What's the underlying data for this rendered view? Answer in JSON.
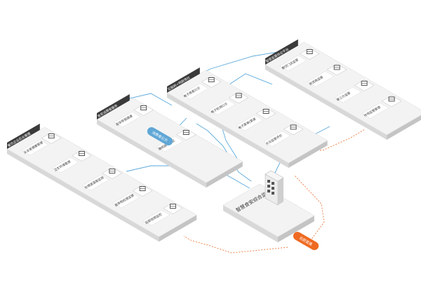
{
  "platforms": [
    {
      "title": "餐饮企业后台管理",
      "items": [
        {
          "label": "从业者健康管理",
          "icon": "person-health-icon"
        },
        {
          "label": "卫生环境管理",
          "icon": "trash-bin-icon"
        },
        {
          "label": "仓储温湿度监测",
          "icon": "thermometer-icon"
        },
        {
          "label": "废弃物处理监管",
          "icon": "recycle-flower-icon"
        },
        {
          "label": "后厨视频监控",
          "icon": "video-camera-icon"
        }
      ]
    },
    {
      "title": "食安消费者服务",
      "items": [
        {
          "label": "投诉举报通道",
          "icon": "mail-report-icon"
        },
        {
          "label": "随机投诉建议",
          "icon": "warning-triangle-icon"
        }
      ]
    },
    {
      "title": "互联网+明厨亮灶",
      "items": [
        {
          "label": "电子商家公示",
          "icon": "store-display-icon"
        },
        {
          "label": "电子检测公示",
          "icon": "monitor-check-icon"
        },
        {
          "label": "电子菜单/菜谱",
          "icon": "dish-menu-icon"
        },
        {
          "label": "大众监督评价",
          "icon": "screen-review-icon"
        }
      ]
    },
    {
      "title": "智慧监管综合平台",
      "items": [
        {
          "label": "餐饮门店监管",
          "icon": "storefront-icon"
        },
        {
          "label": "供货商监管",
          "icon": "supplier-icon"
        },
        {
          "label": "第三方监管",
          "icon": "network-icon"
        },
        {
          "label": "市场监管管理",
          "icon": "government-icon"
        }
      ]
    }
  ],
  "center": {
    "label": "智慧食安综合监管平台",
    "icon": "building-phone-icon"
  },
  "pills": {
    "blue": "消费者公示",
    "orange": "后厨直播"
  },
  "colors": {
    "blue_line": "#5aa9dc",
    "orange_line": "#f07a3c",
    "pill_blue": "#5fa7d6",
    "pill_orange": "#ee6a22",
    "card_top": "#f3f3f3",
    "card_side": "#d8d8d8",
    "title_bg": "#3a3a3a"
  }
}
